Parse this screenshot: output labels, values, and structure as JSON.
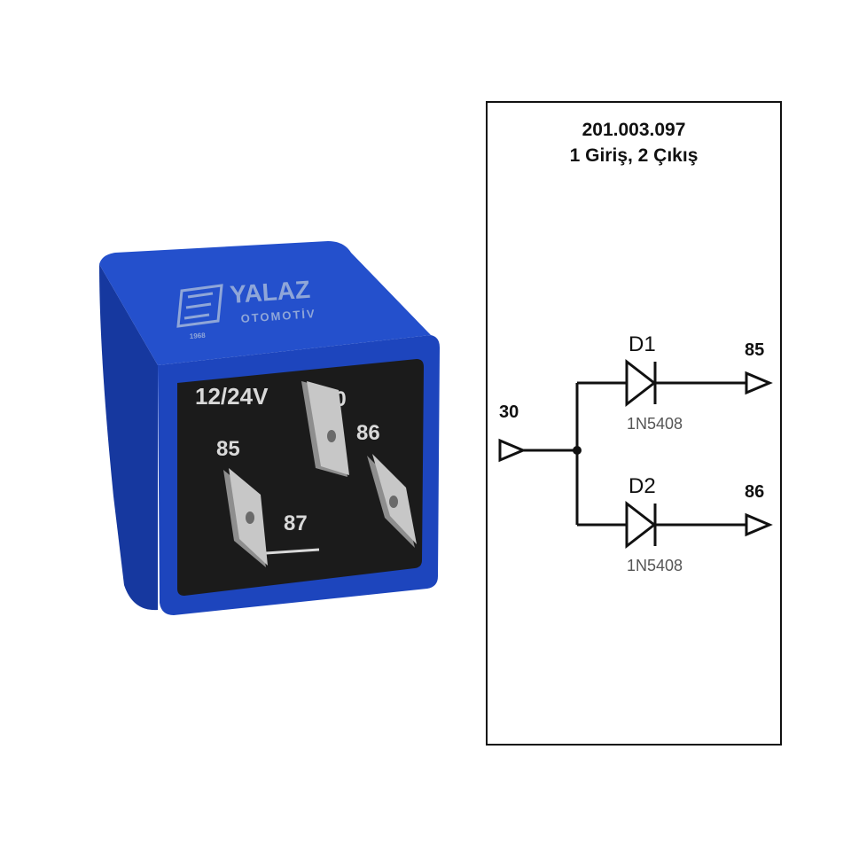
{
  "product": {
    "brand": "YALAZ",
    "brand_sub": "OTOMOTİV",
    "brand_year": "1968",
    "voltage": "12/24V",
    "pins": {
      "p30": "30",
      "p86": "86",
      "p85": "85",
      "p87": "87"
    }
  },
  "diagram": {
    "part_number": "201.003.097",
    "subtitle": "1 Giriş, 2 Çıkış",
    "input_label": "30",
    "outputs": [
      {
        "diode": "D1",
        "part": "1N5408",
        "terminal": "85"
      },
      {
        "diode": "D2",
        "part": "1N5408",
        "terminal": "86"
      }
    ]
  },
  "colors": {
    "relay_blue": "#1f49c2",
    "relay_blue_dark": "#143394",
    "face_black": "#1b1b1b",
    "terminal_metal": "#b9b9b9",
    "line": "#111111"
  }
}
